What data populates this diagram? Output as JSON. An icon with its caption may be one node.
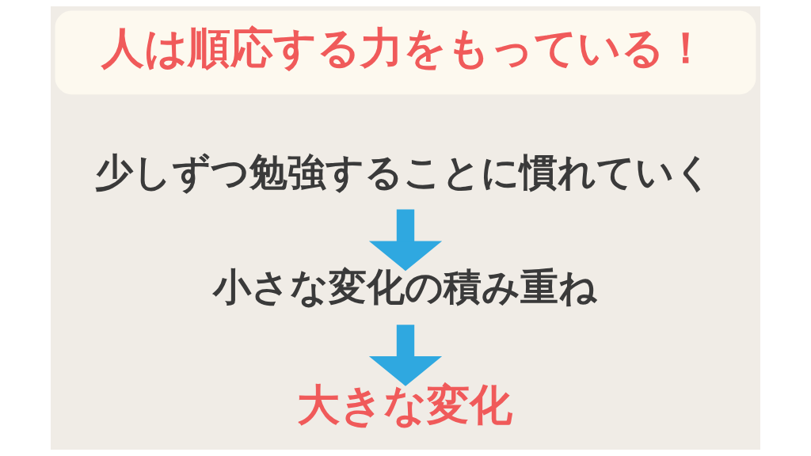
{
  "diagram": {
    "nodes": [
      {
        "text": [
          "人は順応する力をもっている！"
        ]
      },
      {
        "text": [
          "少しずつ勉強することに慣れていく"
        ]
      },
      {
        "text": [
          "小さな変化の積み重ね"
        ]
      },
      {
        "text": [
          "大きな変化"
        ]
      }
    ],
    "edges": [
      {
        "from": 1,
        "to": 2,
        "arrow": "to"
      },
      {
        "from": 2,
        "to": 3,
        "arrow": "to"
      }
    ]
  }
}
